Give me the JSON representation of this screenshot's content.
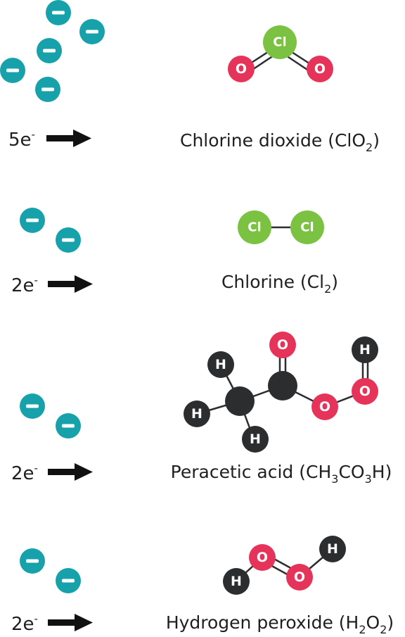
{
  "rows": [
    {
      "electron_count": "5e",
      "electron_sign": "-",
      "name_parts": [
        {
          "text": "Chlorine dioxide (ClO"
        },
        {
          "text": "2",
          "sub": true
        },
        {
          "text": ")"
        }
      ],
      "atoms": {
        "cl": "Cl",
        "o1": "O",
        "o2": "O"
      }
    },
    {
      "electron_count": "2e",
      "electron_sign": "-",
      "name_parts": [
        {
          "text": "Chlorine (Cl"
        },
        {
          "text": "2",
          "sub": true
        },
        {
          "text": ")"
        }
      ],
      "atoms": {
        "cl1": "Cl",
        "cl2": "Cl"
      }
    },
    {
      "electron_count": "2e",
      "electron_sign": "-",
      "name_parts": [
        {
          "text": "Peracetic acid (CH"
        },
        {
          "text": "3",
          "sub": true
        },
        {
          "text": "CO"
        },
        {
          "text": "3",
          "sub": true
        },
        {
          "text": "H)"
        }
      ],
      "atoms": {
        "h1": "H",
        "h2": "H",
        "h3": "H",
        "o1": "O",
        "o2": "O",
        "o3": "O",
        "h4": "H"
      }
    },
    {
      "electron_count": "2e",
      "electron_sign": "-",
      "name_parts": [
        {
          "text": "Hydrogen peroxide (H"
        },
        {
          "text": "2",
          "sub": true
        },
        {
          "text": "O"
        },
        {
          "text": "2",
          "sub": true
        },
        {
          "text": ")"
        }
      ],
      "atoms": {
        "h1": "H",
        "o1": "O",
        "o2": "O",
        "h2": "H"
      }
    }
  ],
  "colors": {
    "electron": "#17a2ab",
    "chlorine": "#7cc242",
    "oxygen": "#e6335a",
    "hydrogen_carbon": "#2b2d2f",
    "arrow": "#111111"
  }
}
